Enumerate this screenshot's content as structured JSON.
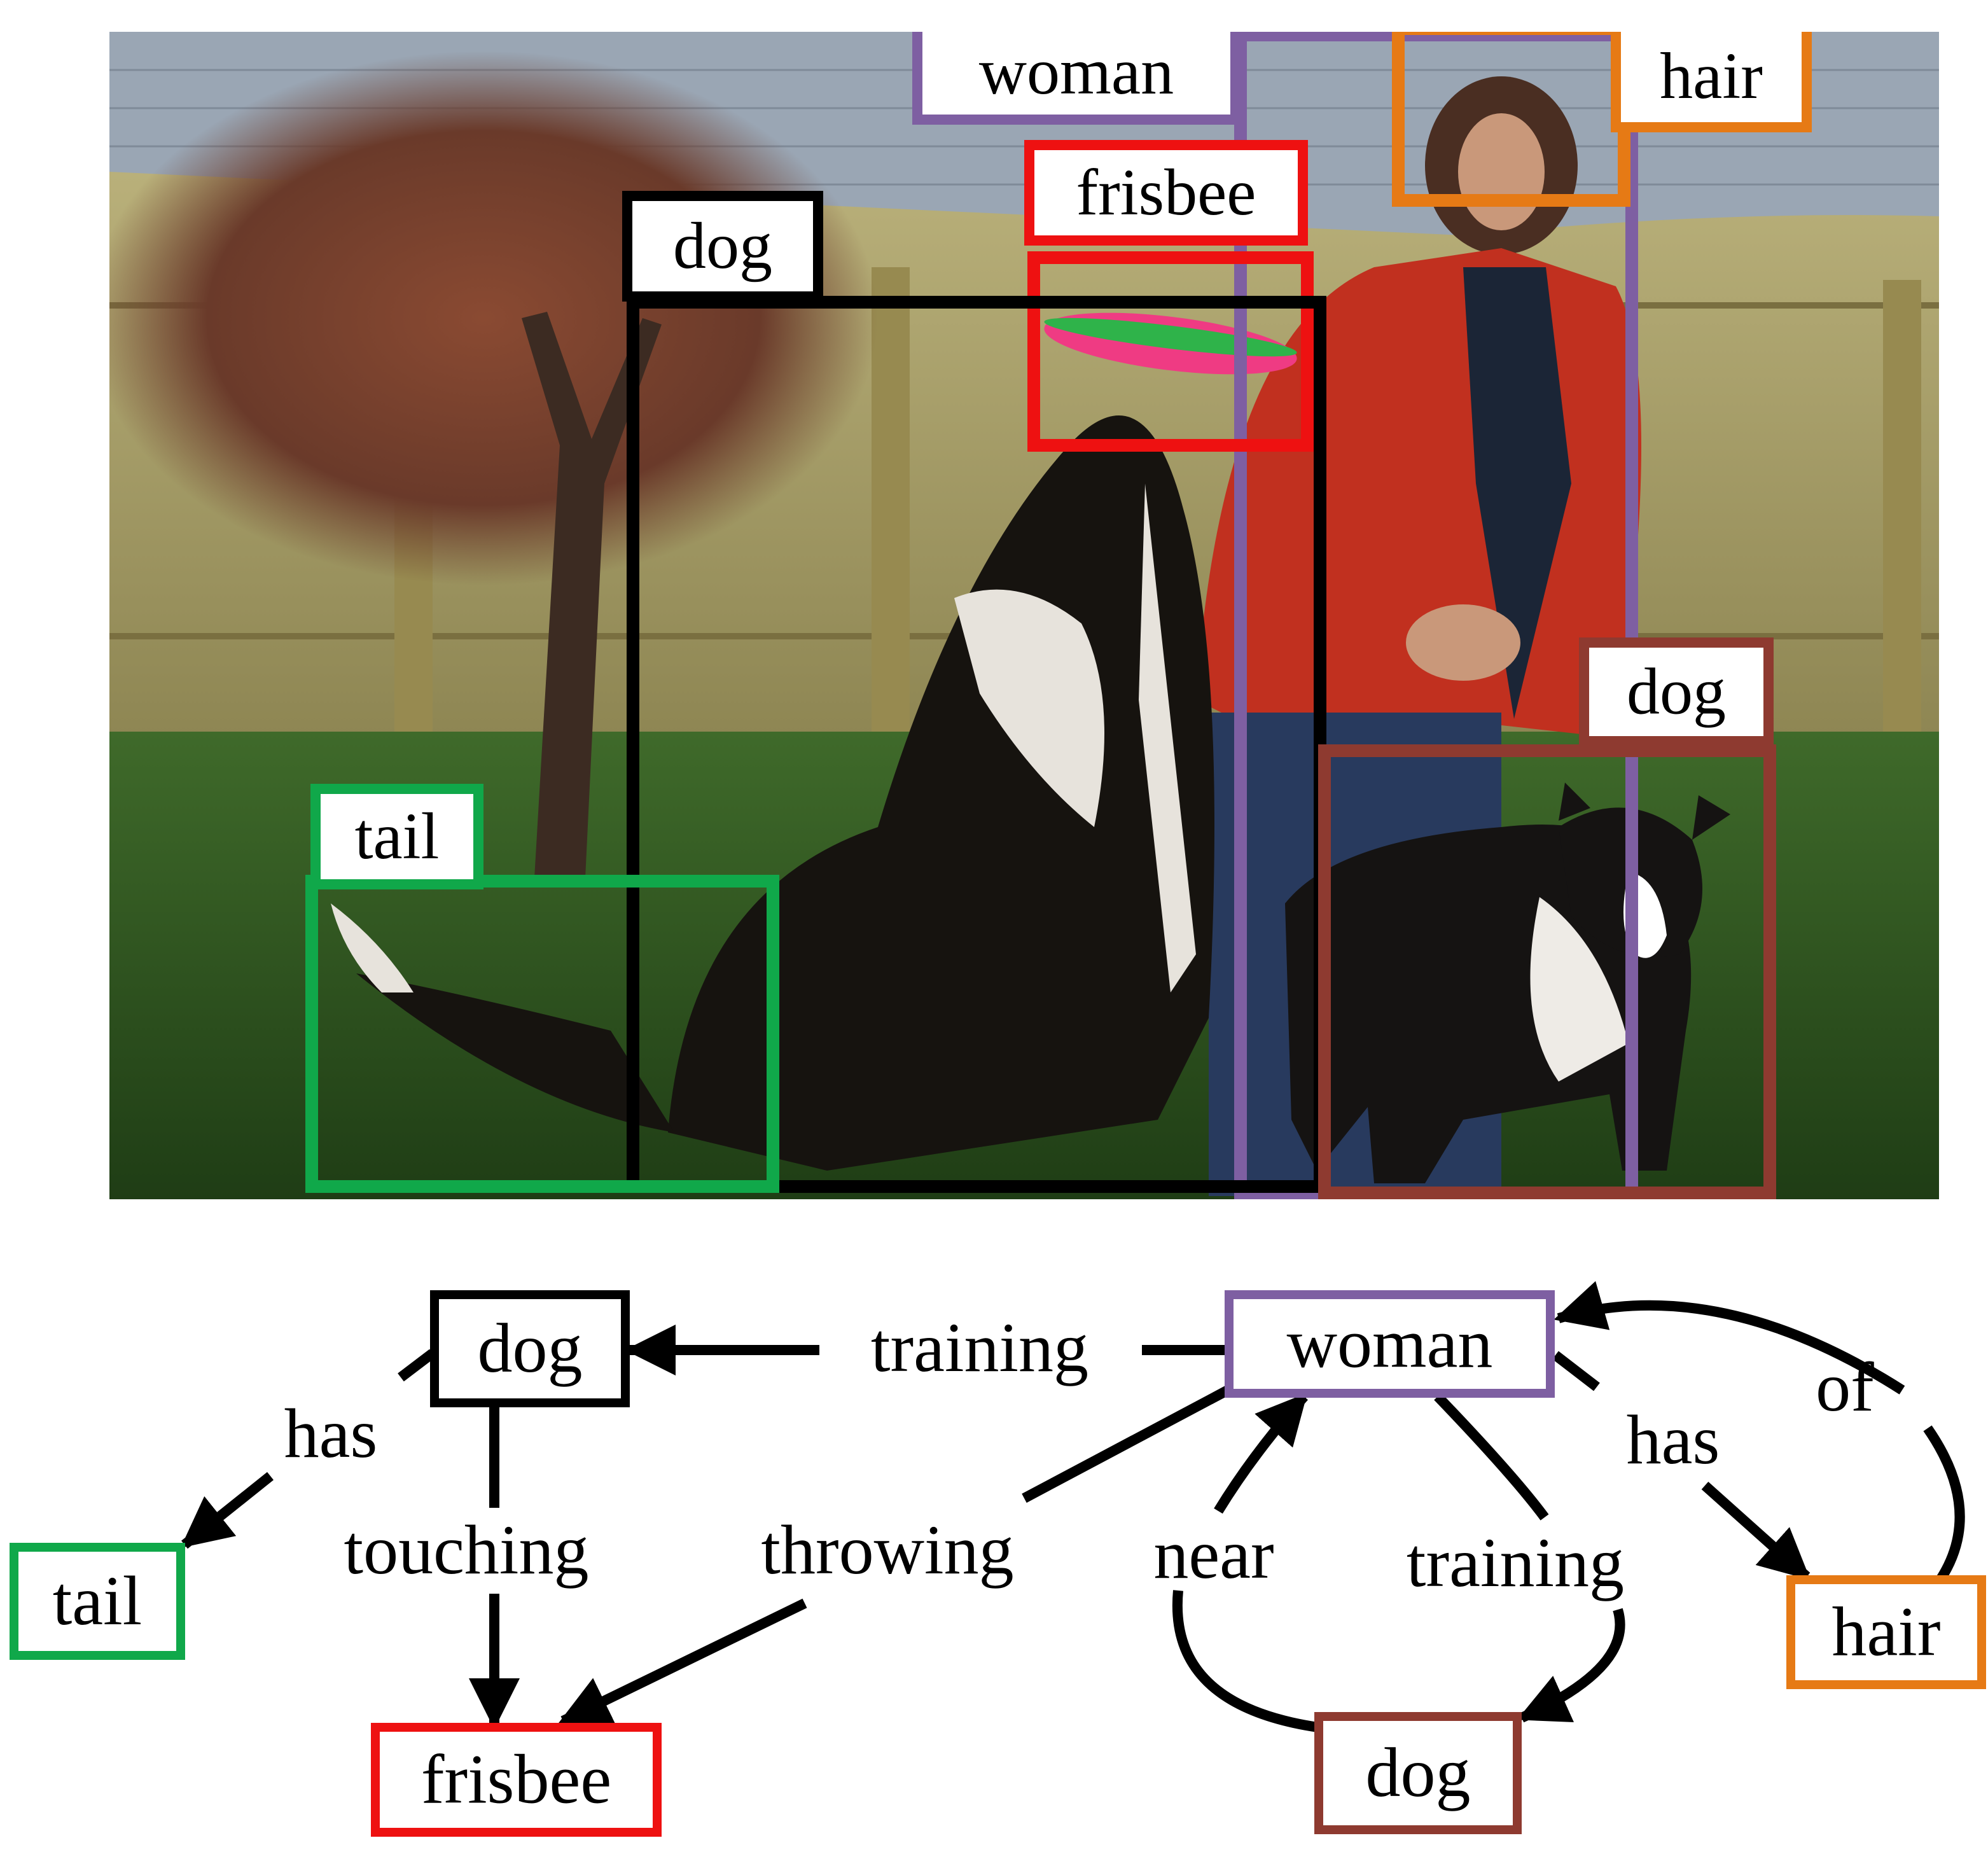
{
  "photo": {
    "boxes": [
      {
        "id": "woman",
        "label": "woman",
        "color": "#7e5fa2"
      },
      {
        "id": "hair",
        "label": "hair",
        "color": "#e67a15"
      },
      {
        "id": "frisbee",
        "label": "frisbee",
        "color": "#ee1111"
      },
      {
        "id": "dog1",
        "label": "dog",
        "color": "#000000"
      },
      {
        "id": "dog2",
        "label": "dog",
        "color": "#8e3a30"
      },
      {
        "id": "tail",
        "label": "tail",
        "color": "#10a84a"
      }
    ]
  },
  "graph": {
    "nodes": [
      {
        "id": "dog1",
        "label": "dog",
        "color": "#000000"
      },
      {
        "id": "woman",
        "label": "woman",
        "color": "#7e5fa2"
      },
      {
        "id": "tail",
        "label": "tail",
        "color": "#10a84a"
      },
      {
        "id": "frisbee",
        "label": "frisbee",
        "color": "#ee1111"
      },
      {
        "id": "dog2",
        "label": "dog",
        "color": "#8e3a30"
      },
      {
        "id": "hair",
        "label": "hair",
        "color": "#e67a15"
      }
    ],
    "edges": [
      {
        "id": "e-training-1",
        "from": "woman",
        "to": "dog1",
        "label": "training"
      },
      {
        "id": "e-has-1",
        "from": "dog1",
        "to": "tail",
        "label": "has"
      },
      {
        "id": "e-touching",
        "from": "dog1",
        "to": "frisbee",
        "label": "touching"
      },
      {
        "id": "e-throwing",
        "from": "woman",
        "to": "frisbee",
        "label": "throwing"
      },
      {
        "id": "e-near",
        "from": "dog2",
        "to": "woman",
        "label": "near"
      },
      {
        "id": "e-training-2",
        "from": "woman",
        "to": "dog2",
        "label": "training"
      },
      {
        "id": "e-has-2",
        "from": "woman",
        "to": "hair",
        "label": "has"
      },
      {
        "id": "e-of",
        "from": "hair",
        "to": "woman",
        "label": "of"
      }
    ]
  }
}
